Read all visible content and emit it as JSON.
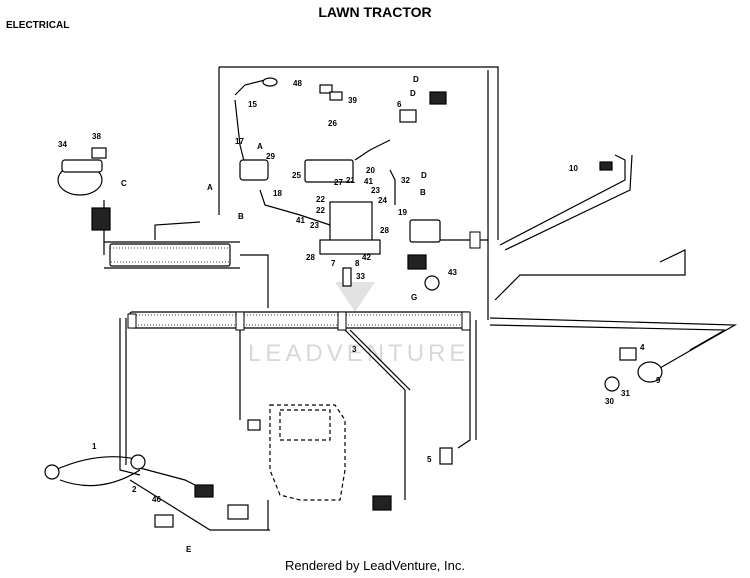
{
  "header": {
    "title": "LAWN TRACTOR",
    "section": "ELECTRICAL"
  },
  "footer": {
    "text": "Rendered by LeadVenture, Inc."
  },
  "watermark": {
    "text": "LEADVENTURE"
  },
  "callouts": [
    {
      "id": "c48",
      "text": "48"
    },
    {
      "id": "c15",
      "text": "15"
    },
    {
      "id": "c39",
      "text": "39"
    },
    {
      "id": "c6",
      "text": "6"
    },
    {
      "id": "cD1",
      "text": "D"
    },
    {
      "id": "cD2",
      "text": "D"
    },
    {
      "id": "c26",
      "text": "26"
    },
    {
      "id": "c17",
      "text": "17"
    },
    {
      "id": "c29",
      "text": "29"
    },
    {
      "id": "cA1",
      "text": "A"
    },
    {
      "id": "c25",
      "text": "25"
    },
    {
      "id": "c34",
      "text": "34"
    },
    {
      "id": "c38",
      "text": "38"
    },
    {
      "id": "cC",
      "text": "C"
    },
    {
      "id": "cA2",
      "text": "A"
    },
    {
      "id": "c18",
      "text": "18"
    },
    {
      "id": "cB1",
      "text": "B"
    },
    {
      "id": "c27",
      "text": "27"
    },
    {
      "id": "c20",
      "text": "20"
    },
    {
      "id": "c21",
      "text": "21"
    },
    {
      "id": "c41a",
      "text": "41"
    },
    {
      "id": "c22a",
      "text": "22"
    },
    {
      "id": "c23a",
      "text": "23"
    },
    {
      "id": "c22b",
      "text": "22"
    },
    {
      "id": "c24",
      "text": "24"
    },
    {
      "id": "c41b",
      "text": "41"
    },
    {
      "id": "c23b",
      "text": "23"
    },
    {
      "id": "c32",
      "text": "32"
    },
    {
      "id": "cD3",
      "text": "D"
    },
    {
      "id": "c19",
      "text": "19"
    },
    {
      "id": "c10",
      "text": "10"
    },
    {
      "id": "cB2",
      "text": "B"
    },
    {
      "id": "c28a",
      "text": "28"
    },
    {
      "id": "c28b",
      "text": "28"
    },
    {
      "id": "c7",
      "text": "7"
    },
    {
      "id": "c8",
      "text": "8"
    },
    {
      "id": "c42",
      "text": "42"
    },
    {
      "id": "c33",
      "text": "33"
    },
    {
      "id": "c43",
      "text": "43"
    },
    {
      "id": "cG",
      "text": "G"
    },
    {
      "id": "c3",
      "text": "3"
    },
    {
      "id": "c4",
      "text": "4"
    },
    {
      "id": "c9",
      "text": "9"
    },
    {
      "id": "c31",
      "text": "31"
    },
    {
      "id": "c30",
      "text": "30"
    },
    {
      "id": "c5",
      "text": "5"
    },
    {
      "id": "c1",
      "text": "1"
    },
    {
      "id": "c2",
      "text": "2"
    },
    {
      "id": "c46",
      "text": "46"
    },
    {
      "id": "cE",
      "text": "E"
    }
  ]
}
